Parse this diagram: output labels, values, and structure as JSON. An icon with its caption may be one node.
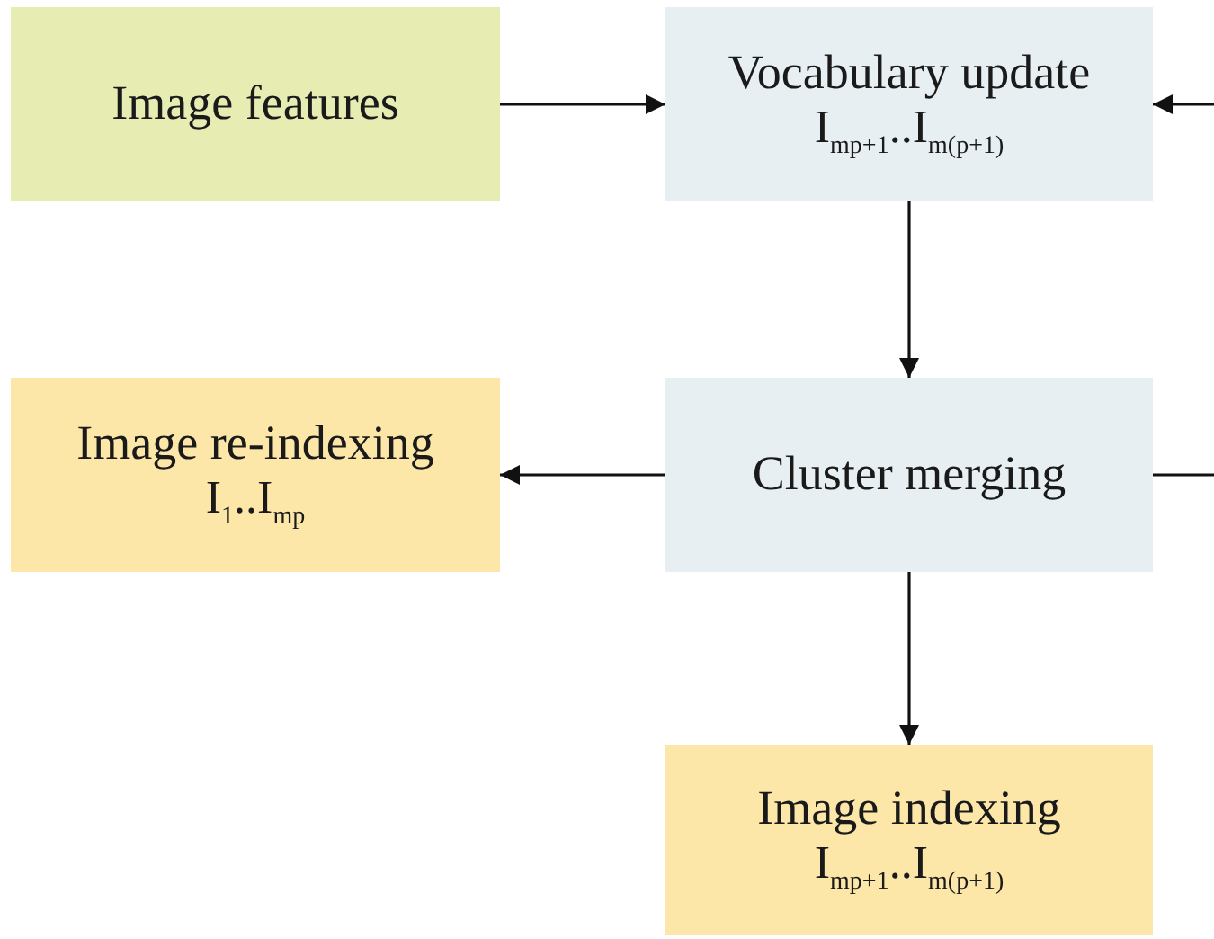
{
  "diagram": {
    "nodes": [
      {
        "text": [
          "Image features"
        ]
      },
      {
        "text": [
          "Vocabulary update",
          "I$_{mp+1}$..I$_{m(p+1)}$"
        ]
      },
      {
        "text": [
          "Image re-indexing",
          "I$_{1}$..I$_{mp}$"
        ]
      },
      {
        "text": [
          "Cluster merging"
        ]
      },
      {
        "text": [
          "Image indexing",
          "I$_{mp+1}$..I$_{m(p+1)}$"
        ]
      }
    ],
    "edges": [
      {
        "from": 0,
        "to": 1,
        "arrow": "to"
      },
      {
        "from": 1,
        "to": 3,
        "arrow": "to"
      },
      {
        "from": 3,
        "to": 2,
        "arrow": "to"
      },
      {
        "from": 3,
        "to": 4,
        "arrow": "to"
      },
      {
        "from": null,
        "to": 1,
        "arrow": "to"
      },
      {
        "from": 3,
        "to": null,
        "arrow": "none"
      }
    ]
  }
}
